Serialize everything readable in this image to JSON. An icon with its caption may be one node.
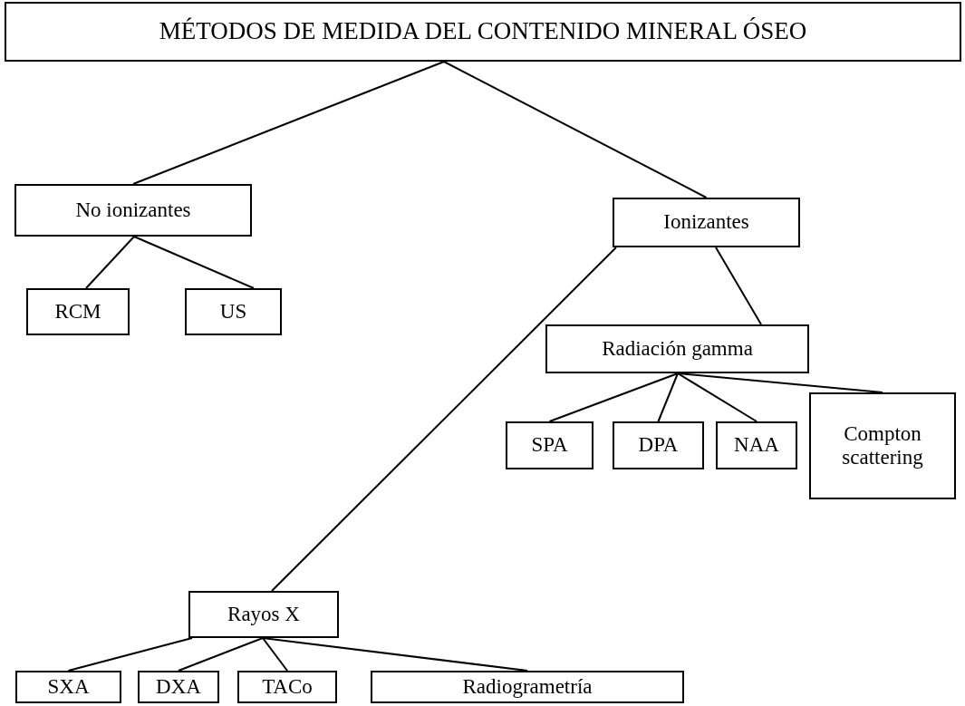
{
  "diagram": {
    "nodes": [
      {
        "text": [
          "MÉTODOS DE MEDIDA DEL CONTENIDO MINERAL ÓSEO"
        ]
      },
      {
        "text": [
          "No ionizantes"
        ]
      },
      {
        "text": [
          "Ionizantes"
        ]
      },
      {
        "text": [
          "RCM"
        ]
      },
      {
        "text": [
          "US"
        ]
      },
      {
        "text": [
          "Radiación gamma"
        ]
      },
      {
        "text": [
          "SPA"
        ]
      },
      {
        "text": [
          "DPA"
        ]
      },
      {
        "text": [
          "NAA"
        ]
      },
      {
        "text": [
          "Compton scattering"
        ]
      },
      {
        "text": [
          "Rayos X"
        ]
      },
      {
        "text": [
          "SXA"
        ]
      },
      {
        "text": [
          "DXA"
        ]
      },
      {
        "text": [
          "TACo"
        ]
      },
      {
        "text": [
          "Radiogrametría"
        ]
      }
    ],
    "edges": [
      {
        "from": 0,
        "to": 1,
        "arrow": "none"
      },
      {
        "from": 0,
        "to": 2,
        "arrow": "none"
      },
      {
        "from": 1,
        "to": 3,
        "arrow": "none"
      },
      {
        "from": 1,
        "to": 4,
        "arrow": "none"
      },
      {
        "from": 2,
        "to": 10,
        "arrow": "none"
      },
      {
        "from": 2,
        "to": 5,
        "arrow": "none"
      },
      {
        "from": 5,
        "to": 6,
        "arrow": "none"
      },
      {
        "from": 5,
        "to": 7,
        "arrow": "none"
      },
      {
        "from": 5,
        "to": 8,
        "arrow": "none"
      },
      {
        "from": 5,
        "to": 9,
        "arrow": "none"
      },
      {
        "from": 10,
        "to": 11,
        "arrow": "none"
      },
      {
        "from": 10,
        "to": 12,
        "arrow": "none"
      },
      {
        "from": 10,
        "to": 13,
        "arrow": "none"
      },
      {
        "from": 10,
        "to": 14,
        "arrow": "none"
      }
    ]
  }
}
